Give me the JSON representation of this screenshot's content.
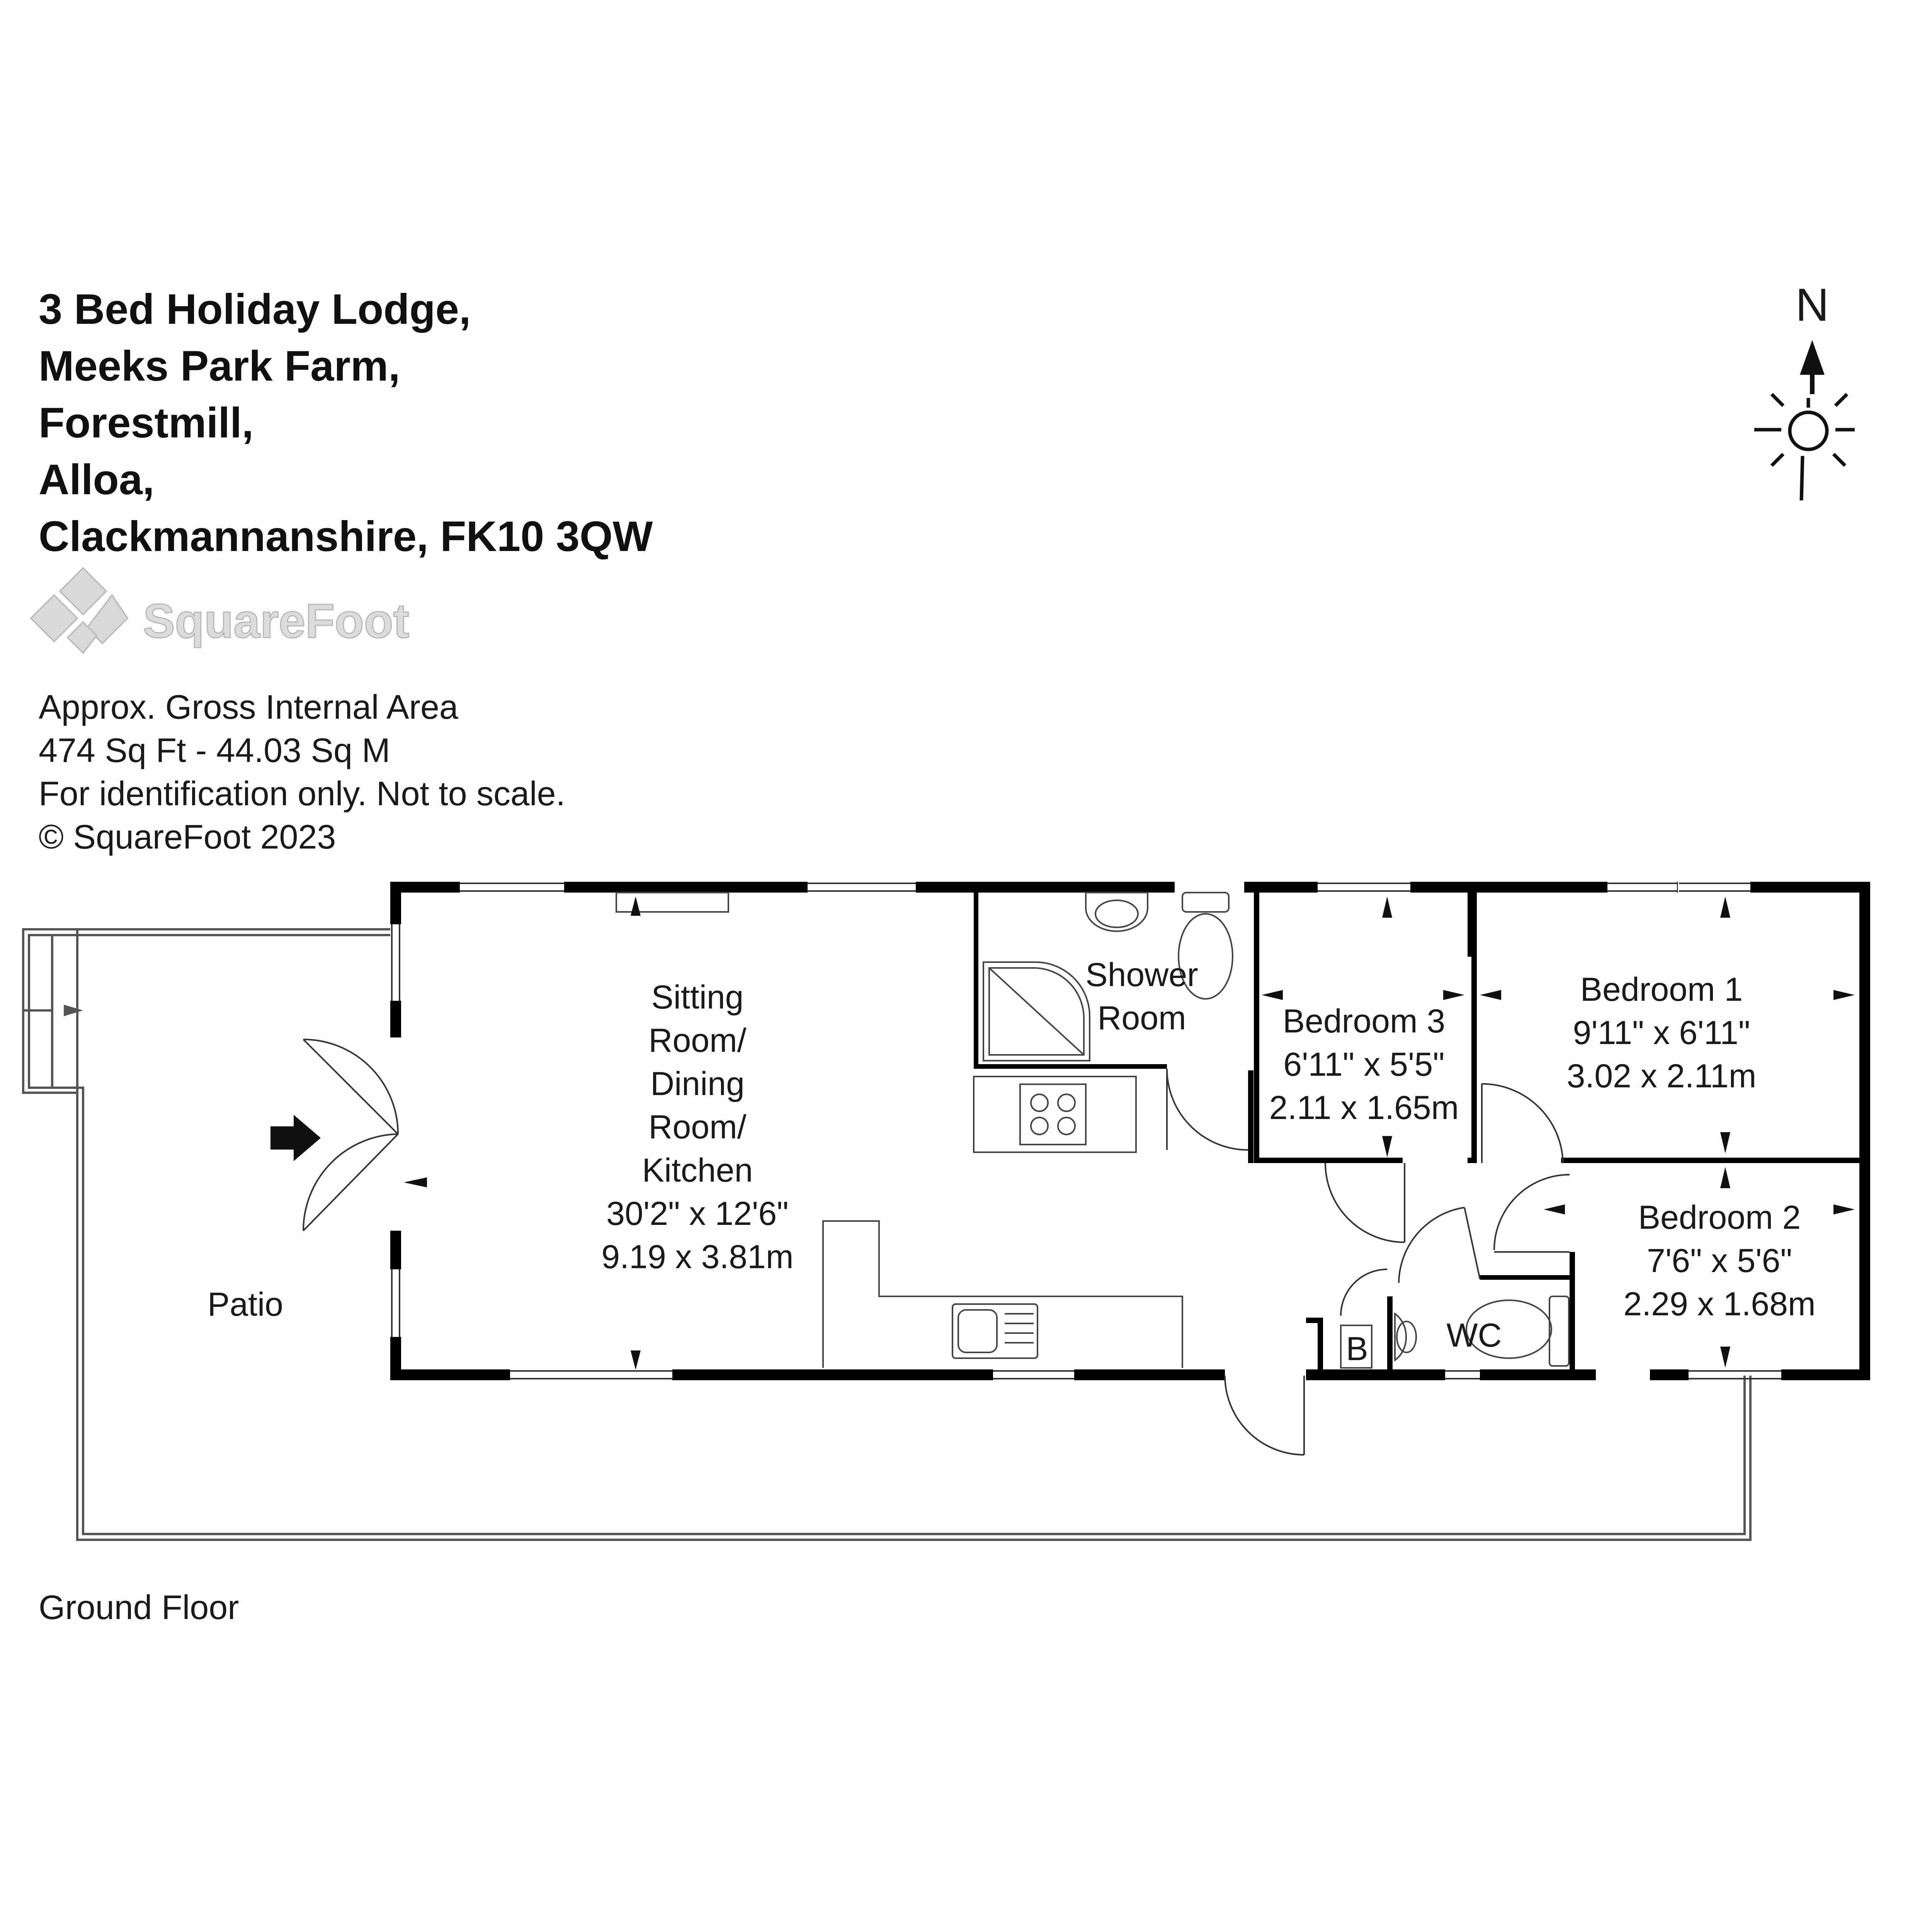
{
  "address_lines": [
    "3 Bed Holiday Lodge,",
    "Meeks Park Farm,",
    "Forestmill,",
    "Alloa,",
    "Clackmannanshire, FK10 3QW"
  ],
  "logo": {
    "text": "SquareFoot"
  },
  "info_lines": [
    "Approx. Gross Internal Area",
    "474 Sq Ft  -  44.03 Sq M",
    "For identification only. Not to scale.",
    "© SquareFoot 2023"
  ],
  "compass": {
    "label": "N"
  },
  "rooms": {
    "sitting": [
      "Sitting",
      "Room/",
      "Dining",
      "Room/",
      "Kitchen",
      "30'2\" x 12'6\"",
      "9.19 x 3.81m"
    ],
    "shower": [
      "Shower",
      "Room"
    ],
    "bedroom3": [
      "Bedroom 3",
      "6'11\" x 5'5\"",
      "2.11 x 1.65m"
    ],
    "bedroom1": [
      "Bedroom 1",
      "9'11\" x 6'11\"",
      "3.02 x 2.11m"
    ],
    "bedroom2": [
      "Bedroom 2",
      "7'6\" x 5'6\"",
      "2.29 x 1.68m"
    ],
    "wc": "WC",
    "boiler": "B",
    "patio": "Patio"
  },
  "floor_label": "Ground Floor"
}
